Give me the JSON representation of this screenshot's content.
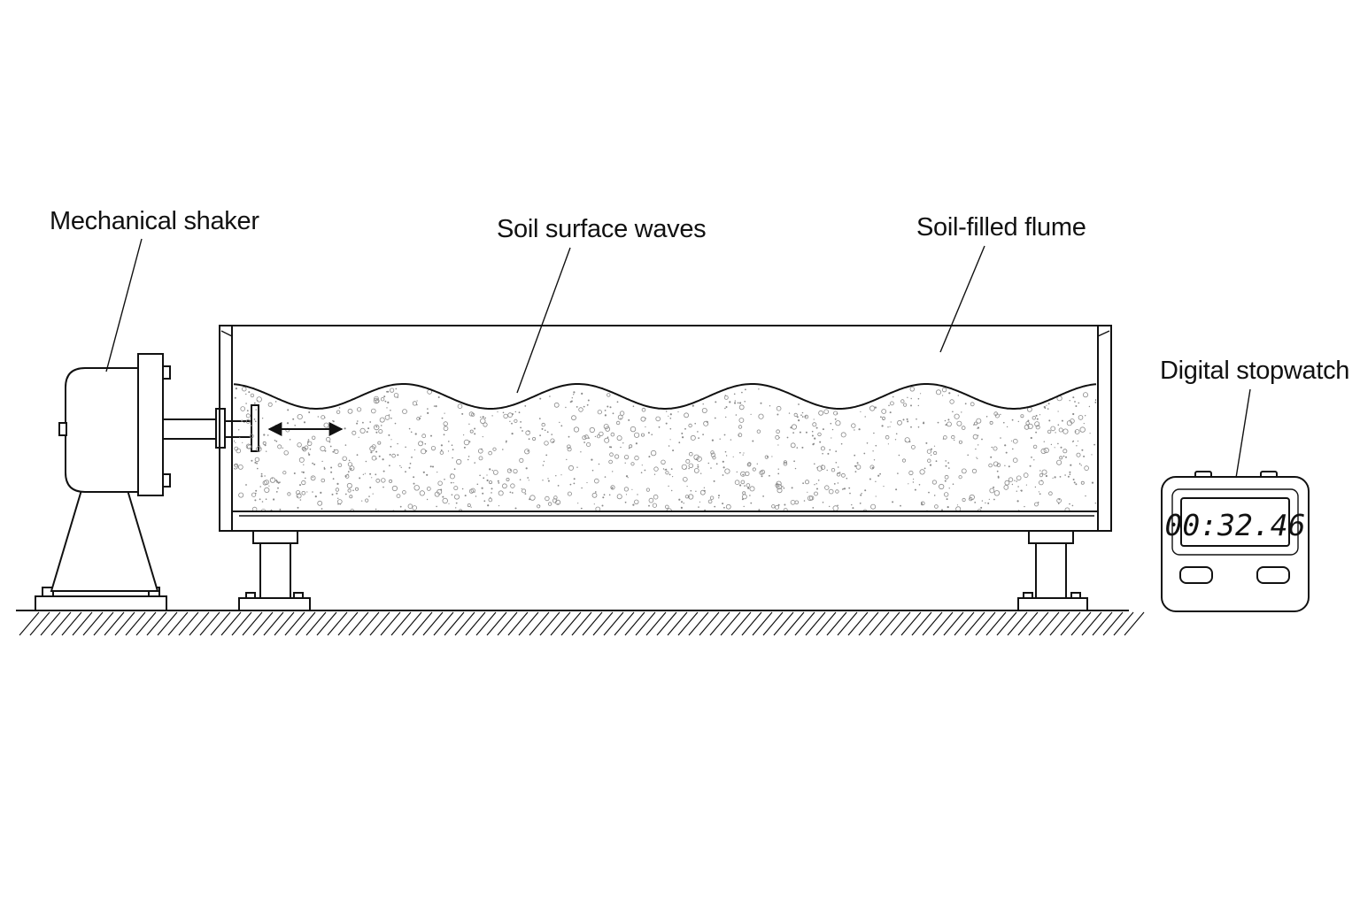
{
  "labels": {
    "shaker": "Mechanical shaker",
    "waves": "Soil surface waves",
    "flume": "Soil-filled flume",
    "stopwatch": "Digital stopwatch"
  },
  "stopwatch": {
    "display": "00:32.46"
  },
  "colors": {
    "line": "#111111",
    "background": "#ffffff",
    "soil_dots": "#8a8a8a"
  },
  "icons": {
    "motion": "double-arrow-icon",
    "ground": "ground-hatch-icon"
  }
}
